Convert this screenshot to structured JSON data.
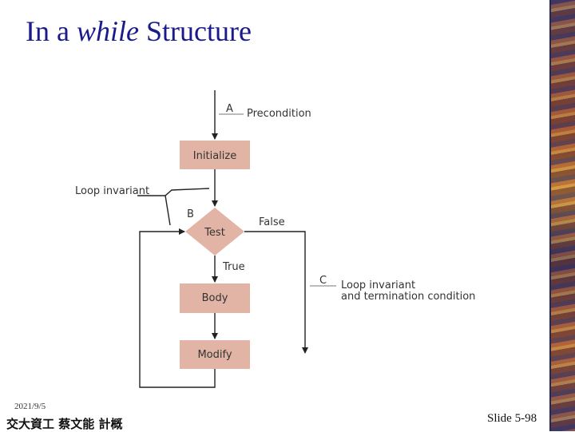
{
  "slide": {
    "title_pre": "In a ",
    "title_em": "while",
    "title_post": " Structure",
    "date": "2021/9/5",
    "author": "交大資工 蔡文能 計概",
    "slide_number": "Slide 5-98"
  },
  "diagram": {
    "point_a": "A",
    "precondition": "Precondition",
    "initialize": "Initialize",
    "loop_invariant": "Loop invariant",
    "point_b": "B",
    "test": "Test",
    "false_label": "False",
    "true_label": "True",
    "point_c": "C",
    "c_line1": "Loop invariant",
    "c_line2": "and termination condition",
    "body": "Body",
    "modify": "Modify"
  },
  "colors": {
    "title": "#1a1a8c",
    "box_fill": "#e2b4a6",
    "label_text": "#333333",
    "line": "#222222"
  }
}
